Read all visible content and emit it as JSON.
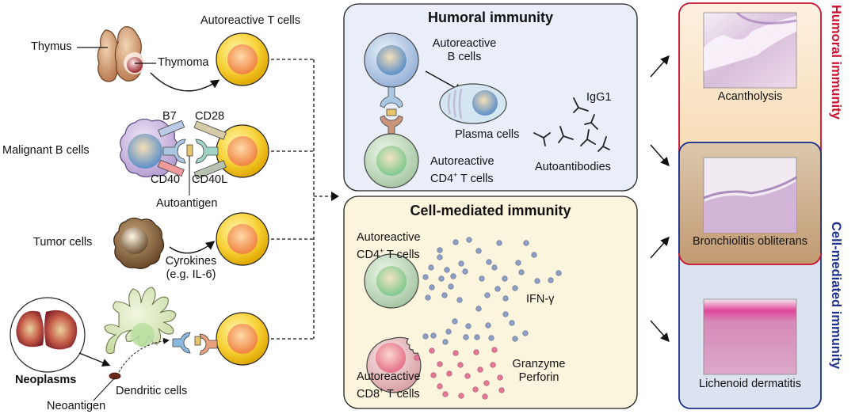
{
  "left_panel": {
    "thymus": "Thymus",
    "thymoma": "Thymoma",
    "autoreactive_t_cells": "Autoreactive T cells",
    "malignant_b_cells": "Malignant B cells",
    "b7": "B7",
    "cd28": "CD28",
    "cd40": "CD40",
    "cd40l": "CD40L",
    "autoantigen": "Autoantigen",
    "tumor_cells": "Tumor cells",
    "cytokines_line1": "Cyrokines",
    "cytokines_line2": "(e.g. IL-6)",
    "neoplasms": "Neoplasms",
    "dendritic_cells": "Dendritic cells",
    "neoantigen": "Neoantigen"
  },
  "humoral_box": {
    "title": "Humoral immunity",
    "b_cells_line1": "Autoreactive",
    "b_cells_line2": "B cells",
    "plasma_cells": "Plasma cells",
    "igg1": "IgG1",
    "autoantibodies": "Autoantibodies",
    "cd4_line1": "Autoreactive",
    "cd4_line2_pre": "CD4",
    "cd4_sup": "+",
    "cd4_line2_post": " T cells"
  },
  "cell_mediated_box": {
    "title": "Cell-mediated immunity",
    "cd4_line1": "Autoreactive",
    "cd4_line2_pre": "CD4",
    "cd4_sup": "+",
    "cd4_line2_post": " T cells",
    "ifn": "IFN-γ",
    "cd8_line1": "Autoreactive",
    "cd8_line2_pre": "CD8",
    "cd8_sup": "+",
    "cd8_line2_post": " T cells",
    "granzyme": "Granzyme",
    "perforin": "Perforin"
  },
  "right_panel": {
    "acantholysis": "Acantholysis",
    "bronchiolitis": "Bronchiolitis obliterans",
    "lichenoid": "Lichenoid dermatitis",
    "humoral_label": "Humoral immunity",
    "cell_mediated_label": "Cell-mediated immunity"
  },
  "colors": {
    "humoral_red": "#c8102e",
    "cell_mediated_blue": "#1c2f8a",
    "humoral_box_bg": "#e8edf7",
    "cell_box_bg": "#fbf4dc",
    "t_cell_yellow": "#f7cc2e",
    "ifn_dot": "#8f9fc4",
    "granzyme_dot": "#e27a97"
  }
}
